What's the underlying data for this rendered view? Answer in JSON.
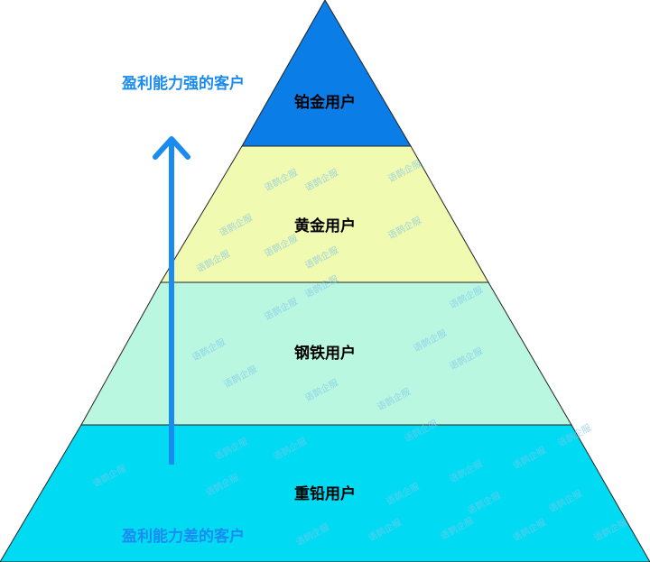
{
  "levels": [
    {
      "label": "铂金用户",
      "color": "#0a7ee6"
    },
    {
      "label": "黄金用户",
      "color": "#f0fab0"
    },
    {
      "label": "钢铁用户",
      "color": "#b9f7e1"
    },
    {
      "label": "重铅用户",
      "color": "#00dbf3"
    }
  ],
  "annotations": {
    "top": "盈利能力强的客户",
    "bottom": "盈利能力差的客户",
    "color": "#1a8cf0"
  },
  "watermark": "语鹊企服"
}
